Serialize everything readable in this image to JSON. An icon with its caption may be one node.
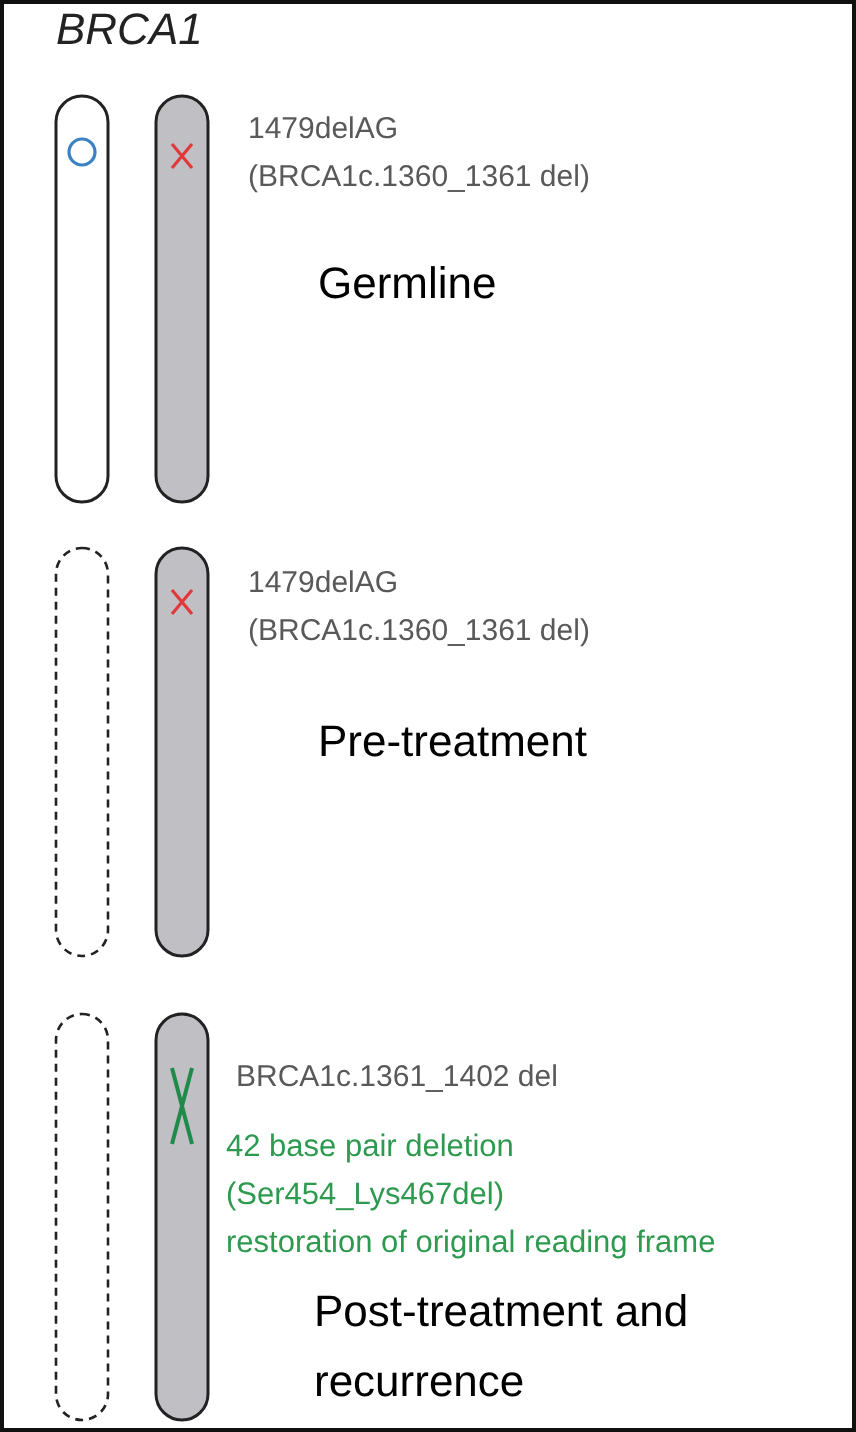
{
  "diagram": {
    "title": "BRCA1",
    "labels": [
      "1479delAG",
      "(BRCA1c.1360_1361 del)",
      "Germline",
      "1479delAG",
      "(BRCA1c.1360_1361 del)",
      "Pre-treatment",
      "BRCA1c.1361_1402 del",
      "42 base pair deletion",
      "(Ser454_Lys467del)",
      "restoration of original reading frame",
      "Post-treatment and recurrence"
    ]
  }
}
